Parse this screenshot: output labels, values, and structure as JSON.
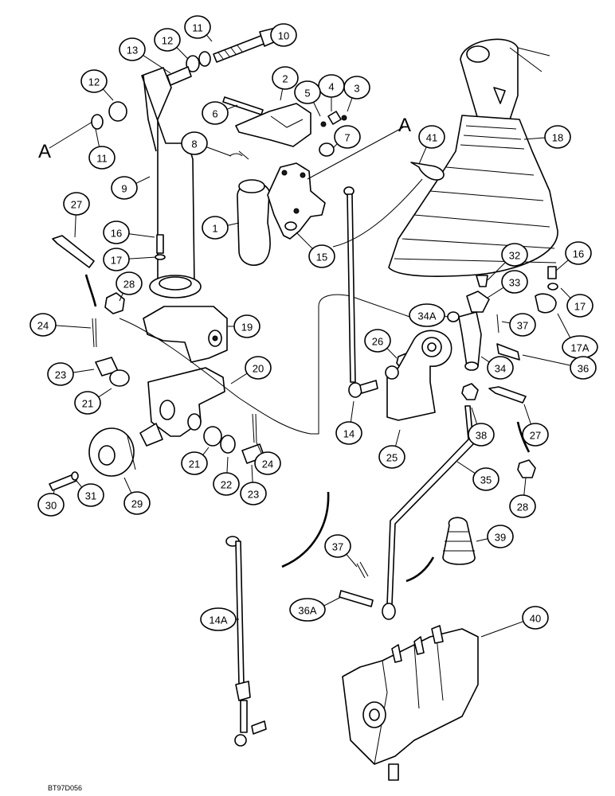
{
  "diagram": {
    "drawing_code": "BT97D056",
    "reference_letters": [
      "A",
      "A"
    ],
    "callouts": [
      "11",
      "12",
      "10",
      "13",
      "12",
      "2",
      "4",
      "3",
      "5",
      "6",
      "7",
      "11",
      "8",
      "9",
      "1",
      "15",
      "41",
      "18",
      "27",
      "16",
      "17",
      "28",
      "24",
      "19",
      "34A",
      "26",
      "33",
      "32",
      "16",
      "17",
      "37",
      "17A",
      "36",
      "34",
      "21",
      "20",
      "23",
      "24",
      "25",
      "14",
      "38",
      "27",
      "28",
      "35",
      "29",
      "30",
      "31",
      "21",
      "22",
      "23",
      "39",
      "14A",
      "37",
      "36A",
      "40"
    ]
  }
}
